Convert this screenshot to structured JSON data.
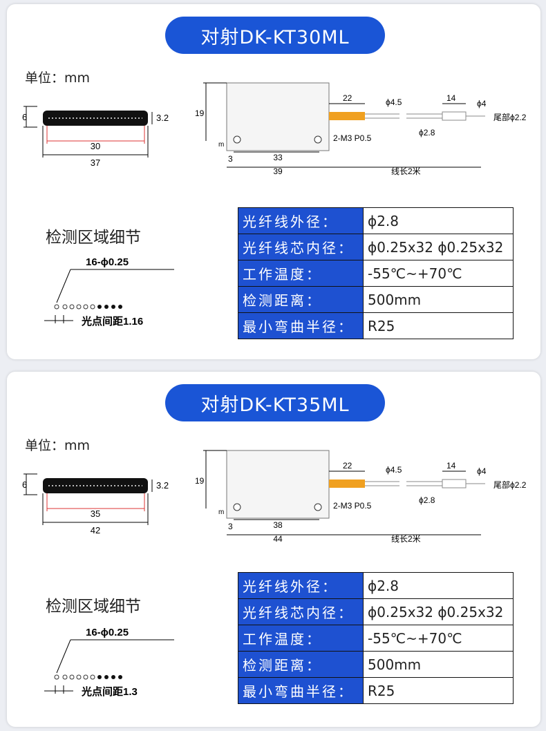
{
  "sections": [
    {
      "title": "对射DK-KT30ML",
      "unit_label": "单位：mm",
      "side": {
        "height": "6",
        "strip": "3.2",
        "inner": "30",
        "outer": "37"
      },
      "drawing": {
        "height": "19",
        "sleeve": "22",
        "tube_dia": "ϕ4.5",
        "tip_len": "14",
        "tip_dia": "ϕ4",
        "tail": "尾部ϕ2.2",
        "fiber_dia": "ϕ2.8",
        "screw": "2-M3 P0.5",
        "hole_off": "3",
        "hole_span": "33",
        "body_len": "39",
        "cable": "线长2米",
        "small": "m"
      },
      "detail": {
        "title": "检测区域细节",
        "count": "16-ϕ0.25",
        "pitch": "光点间距1.16"
      },
      "specs": [
        {
          "label": "光纤线外径：",
          "value": "ϕ2.8"
        },
        {
          "label": "光纤线芯内径：",
          "value": "ϕ0.25x32  ϕ0.25x32"
        },
        {
          "label": "工作温度：",
          "value": "-55℃~+70℃"
        },
        {
          "label": "检测距离：",
          "value": "500mm"
        },
        {
          "label": "最小弯曲半径：",
          "value": "R25"
        }
      ]
    },
    {
      "title": "对射DK-KT35ML",
      "unit_label": "单位：mm",
      "side": {
        "height": "6",
        "strip": "3.2",
        "inner": "35",
        "outer": "42"
      },
      "drawing": {
        "height": "19",
        "sleeve": "22",
        "tube_dia": "ϕ4.5",
        "tip_len": "14",
        "tip_dia": "ϕ4",
        "tail": "尾部ϕ2.2",
        "fiber_dia": "ϕ2.8",
        "screw": "2-M3 P0.5",
        "hole_off": "3",
        "hole_span": "38",
        "body_len": "44",
        "cable": "线长2米",
        "small": "m"
      },
      "detail": {
        "title": "检测区域细节",
        "count": "16-ϕ0.25",
        "pitch": "光点间距1.3"
      },
      "specs": [
        {
          "label": "光纤线外径：",
          "value": "ϕ2.8"
        },
        {
          "label": "光纤线芯内径：",
          "value": "ϕ0.25x32  ϕ0.25x32"
        },
        {
          "label": "工作温度：",
          "value": "-55℃~+70℃"
        },
        {
          "label": "检测距离：",
          "value": "500mm"
        },
        {
          "label": "最小弯曲半径：",
          "value": "R25"
        }
      ]
    }
  ]
}
